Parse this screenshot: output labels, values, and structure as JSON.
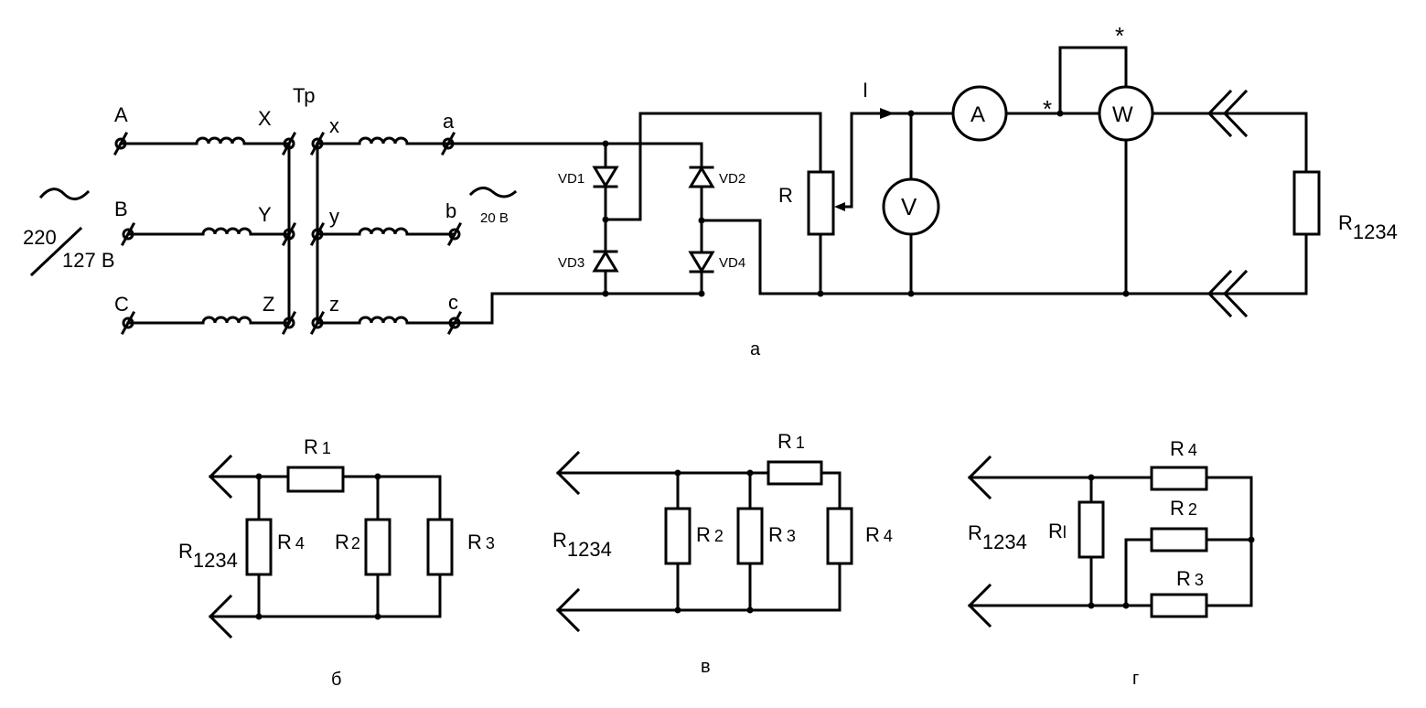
{
  "main": {
    "transformer": "Тр",
    "primary": [
      "A",
      "B",
      "C"
    ],
    "primary_ends": [
      "X",
      "Y",
      "Z"
    ],
    "secondary_start": [
      "x",
      "y",
      "z"
    ],
    "secondary_end": [
      "a",
      "b",
      "c"
    ],
    "supply_voltage_top": "220",
    "supply_voltage_bottom": "127 В",
    "secondary_voltage": "20 В",
    "diodes": [
      "VD1",
      "VD2",
      "VD3",
      "VD4"
    ],
    "rheostat": "R",
    "current": "I",
    "ammeter": "A",
    "voltmeter": "V",
    "wattmeter": "W",
    "star": "*",
    "load_R": "R",
    "load_sub": "1234",
    "caption": "а"
  },
  "circuit_b": {
    "R1": "R",
    "R1_sub": "1",
    "R4": "R",
    "R4_sub": "4",
    "R2": "R",
    "R2_sub": "2",
    "R3": "R",
    "R3_sub": "3",
    "total": "R",
    "total_sub": "1234",
    "caption": "б"
  },
  "circuit_v": {
    "R1": "R",
    "R1_sub": "1",
    "R2": "R",
    "R2_sub": "2",
    "R3": "R",
    "R3_sub": "3",
    "R4": "R",
    "R4_sub": "4",
    "total": "R",
    "total_sub": "1234",
    "caption": "в"
  },
  "circuit_g": {
    "R4": "R",
    "R4_sub": "4",
    "R2": "R",
    "R2_sub": "2",
    "R3": "R",
    "R3_sub": "3",
    "R1": "R",
    "R1_sub": "l",
    "total": "R",
    "total_sub": "1234",
    "caption": "г"
  }
}
